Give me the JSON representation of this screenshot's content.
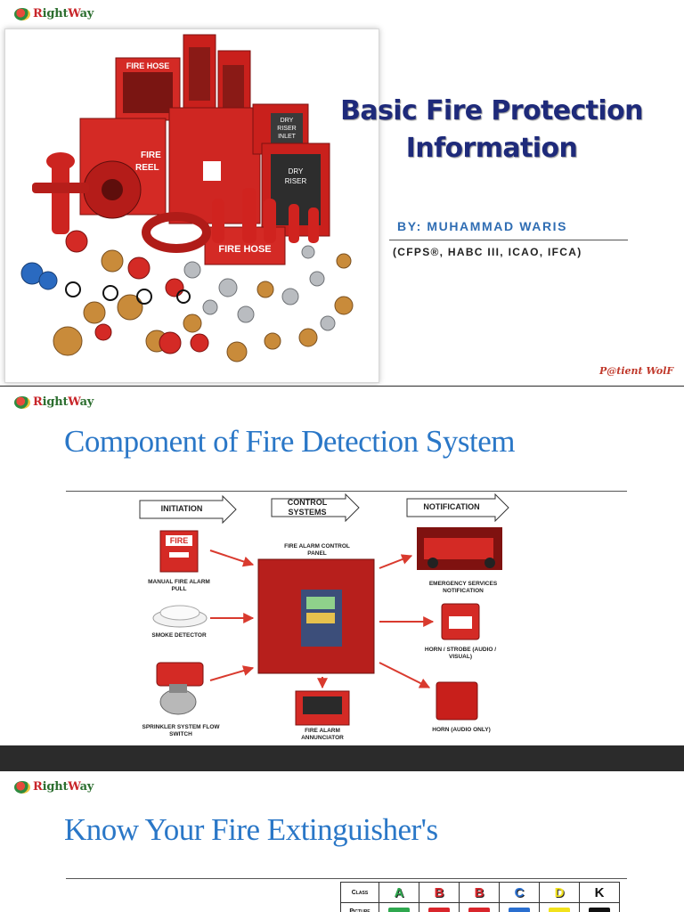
{
  "brand": {
    "name_a": "R",
    "name_b": "ight",
    "name_c": "W",
    "name_d": "ay"
  },
  "slide1": {
    "title": "Basic Fire Protection Information",
    "byline": "BY: MUHAMMAD WARIS",
    "credentials": "(CFPS®, HABC III, ICAO, IFCA)",
    "watermark": "P@tient WolF",
    "photo_labels": {
      "hose_cabinet": "FIRE HOSE",
      "reel_cabinet_1": "FIRE",
      "reel_cabinet_2": "REEL",
      "inlet_1": "DRY",
      "inlet_2": "RISER",
      "inlet_3": "INLET",
      "riser_1": "DRY",
      "riser_2": "RISER",
      "hose_box": "FIRE HOSE"
    }
  },
  "slide2": {
    "title": "Component of Fire Detection System",
    "diagram": {
      "stages": [
        "INITIATION",
        "CONTROL SYSTEMS",
        "NOTIFICATION"
      ],
      "panel_caption": "FIRE ALARM CONTROL PANEL",
      "inputs": [
        "MANUAL FIRE ALARM PULL",
        "SMOKE DETECTOR",
        "SPRINKLER SYSTEM FLOW SWITCH"
      ],
      "outputs": [
        "EMERGENCY SERVICES NOTIFICATION",
        "HORN / STROBE (AUDIO / VISUAL)",
        "HORN (AUDIO ONLY)"
      ],
      "annunciator_caption": "FIRE ALARM ANNUNCIATOR",
      "pull_station_text": "FIRE"
    }
  },
  "slide3": {
    "title": "Know Your Fire Extinguisher's",
    "table": {
      "row1_header": "Class",
      "row2_header": "Picture",
      "classes": [
        {
          "letter": "A",
          "color": "#2fa84f"
        },
        {
          "letter": "B",
          "color": "#d9262c"
        },
        {
          "letter": "B",
          "color": "#d9262c"
        },
        {
          "letter": "C",
          "color": "#2a6fd0"
        },
        {
          "letter": "D",
          "color": "#f2e21c"
        },
        {
          "letter": "K",
          "color": "#111111"
        }
      ]
    }
  },
  "colors": {
    "title_blue": "#2a77c7",
    "title_navy": "#1e2a7a",
    "fire_red": "#d42a25",
    "brass": "#c98b3a",
    "chrome": "#b9bcc0",
    "band": "#2b2b2b"
  }
}
